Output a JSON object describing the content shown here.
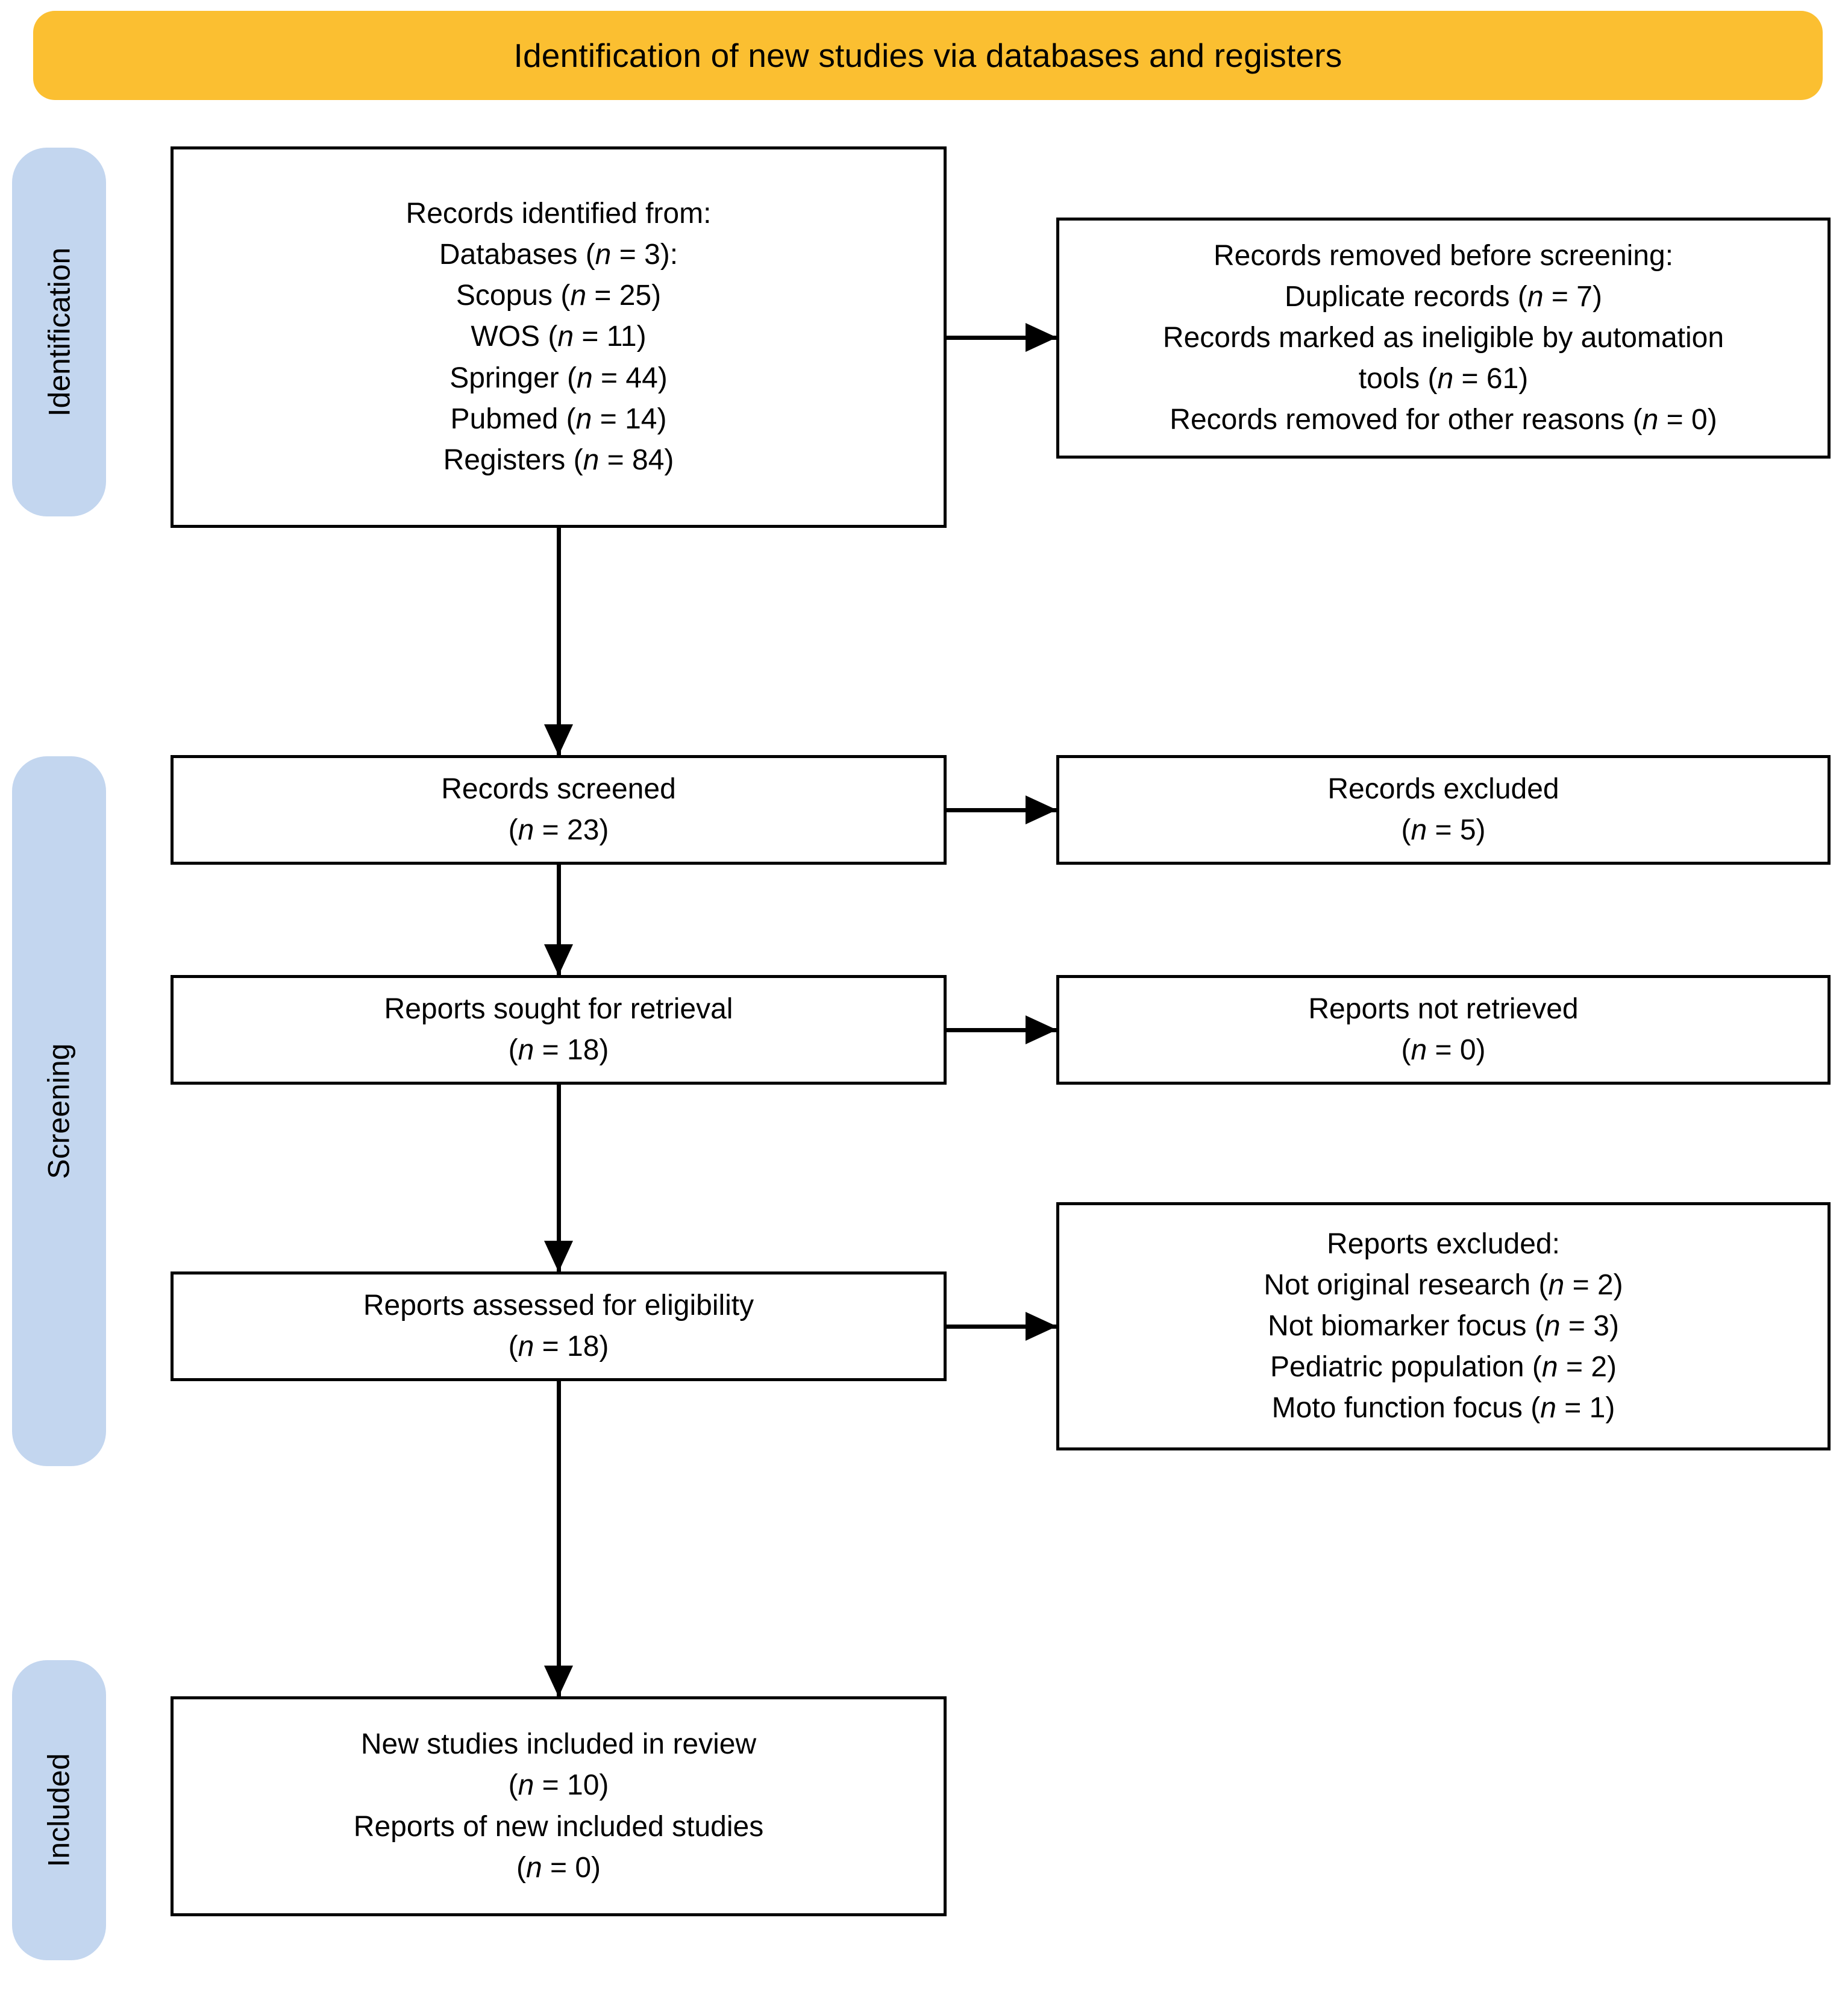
{
  "banner": {
    "title": "Identification of new studies via databases and registers",
    "color": "#FBBF31"
  },
  "stages": {
    "color": "#C3D6EF",
    "items": [
      {
        "id": "identification",
        "label": "Identification"
      },
      {
        "id": "screening",
        "label": "Screening"
      },
      {
        "id": "included",
        "label": "Included"
      }
    ]
  },
  "boxes": {
    "identified": {
      "name": "records-identified-from",
      "lines": [
        "Records identified from:",
        "Databases (n = 3):",
        "Scopus (n = 25)",
        "WOS (n = 11)",
        "Springer (n = 44)",
        "Pubmed (n = 14)",
        "Registers (n = 84)"
      ],
      "text": "Records identified from:\nDatabases (n = 3):\nScopus (n = 25)\nWOS (n = 11)\nSpringer (n = 44)\nPubmed (n = 14)\nRegisters (n = 84)"
    },
    "removed": {
      "name": "records-removed-before-screening",
      "lines": [
        "Records removed before screening:",
        "Duplicate records (n = 7)",
        "Records marked as ineligible by automation",
        "tools (n = 61)",
        "Records removed for other reasons (n = 0)"
      ],
      "text": "Records removed before screening:\nDuplicate records (n = 7)\nRecords marked as ineligible by automation\ntools (n = 61)\nRecords removed for other reasons (n = 0)"
    },
    "screened": {
      "name": "records-screened",
      "lines": [
        "Records screened",
        "(n = 23)"
      ],
      "text": "Records screened\n(n = 23)"
    },
    "records_excluded": {
      "name": "records-excluded",
      "lines": [
        "Records excluded",
        "(n = 5)"
      ],
      "text": "Records excluded\n(n = 5)"
    },
    "sought": {
      "name": "reports-sought-for-retrieval",
      "lines": [
        "Reports sought for retrieval",
        "(n = 18)"
      ],
      "text": "Reports sought for retrieval\n(n = 18)"
    },
    "not_retrieved": {
      "name": "reports-not-retrieved",
      "lines": [
        "Reports not retrieved",
        "(n = 0)"
      ],
      "text": "Reports not retrieved\n(n = 0)"
    },
    "assessed": {
      "name": "reports-assessed-for-eligibility",
      "lines": [
        "Reports assessed for eligibility",
        "(n = 18)"
      ],
      "text": "Reports assessed for eligibility\n(n = 18)"
    },
    "reports_excluded": {
      "name": "reports-excluded",
      "lines": [
        "Reports excluded:",
        "Not original research (n = 2)",
        "Not biomarker focus (n = 3)",
        "Pediatric population (n = 2)",
        "Moto function focus (n = 1)"
      ],
      "text": "Reports excluded:\nNot original research (n = 2)\nNot biomarker focus (n = 3)\nPediatric population (n = 2)\nMoto function focus (n = 1)"
    },
    "included": {
      "name": "new-studies-included-in-review",
      "lines": [
        "New studies included in review",
        "(n = 10)",
        "Reports of new included studies",
        "(n = 0)"
      ],
      "text": "New studies included in review\n(n = 10)\nReports of new included studies\n(n = 0)"
    }
  },
  "counts": {
    "databases": 3,
    "scopus": 25,
    "wos": 11,
    "springer": 44,
    "pubmed": 14,
    "registers": 84,
    "duplicate_records": 7,
    "ineligible_automation_tools": 61,
    "removed_other_reasons": 0,
    "records_screened": 23,
    "records_excluded": 5,
    "reports_sought": 18,
    "reports_not_retrieved": 0,
    "reports_assessed": 18,
    "not_original_research": 2,
    "not_biomarker_focus": 3,
    "pediatric_population": 2,
    "moto_function_focus": 1,
    "new_studies_included": 10,
    "reports_of_new_included_studies": 0
  }
}
